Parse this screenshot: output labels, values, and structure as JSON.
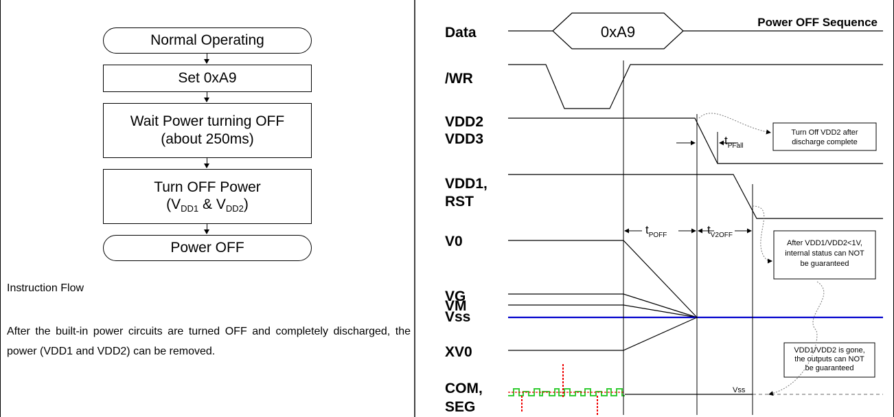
{
  "flowchart": {
    "steps": {
      "normal": "Normal Operating",
      "set": "Set 0xA9",
      "wait_line1": "Wait Power turning OFF",
      "wait_line2": "(about 250ms)",
      "turnoff_line1": "Turn OFF Power",
      "turnoff_v": "V",
      "turnoff_sub1": "DD1",
      "turnoff_amp": " & V",
      "turnoff_sub2": "DD2",
      "turnoff_close": ")",
      "turnoff_open": "(",
      "off": "Power OFF"
    },
    "caption": "Instruction Flow",
    "paragraph": "After the built-in power circuits are turned OFF and completely discharged, the power (VDD1 and VDD2) can be removed."
  },
  "timing": {
    "title": "Power OFF Sequence",
    "data_value": "0xA9",
    "signals": {
      "data": "Data",
      "wr": "/WR",
      "vdd2": "VDD2",
      "vdd3": "VDD3",
      "vdd1": "VDD1,",
      "rst": "RST",
      "v0": "V0",
      "vg": "VG",
      "vm": "VM",
      "vss": "Vss",
      "xv0": "XV0",
      "com": "COM,",
      "seg": "SEG"
    },
    "timings": {
      "tpfall_t": "t",
      "tpfall_sub": "PFall",
      "tpoff_t": "t",
      "tpoff_sub": "POFF",
      "tv2off_t": "t",
      "tv2off_sub": "V2OFF"
    },
    "notes": {
      "n1_line1": "Turn Off VDD2 after",
      "n1_line2": "discharge complete",
      "n2_line1": "After VDD1/VDD2<1V,",
      "n2_line2": "internal status can NOT",
      "n2_line3": "be guaranteed",
      "n3_line1": "VDD1/VDD2 is gone,",
      "n3_line2": "the outputs can NOT",
      "n3_line3": "be guaranteed"
    },
    "vss_label": "Vss",
    "colors": {
      "vss_line": "#0000cc",
      "com_green": "#33cc33",
      "com_red": "#ee0000",
      "dashed": "#999999"
    }
  }
}
